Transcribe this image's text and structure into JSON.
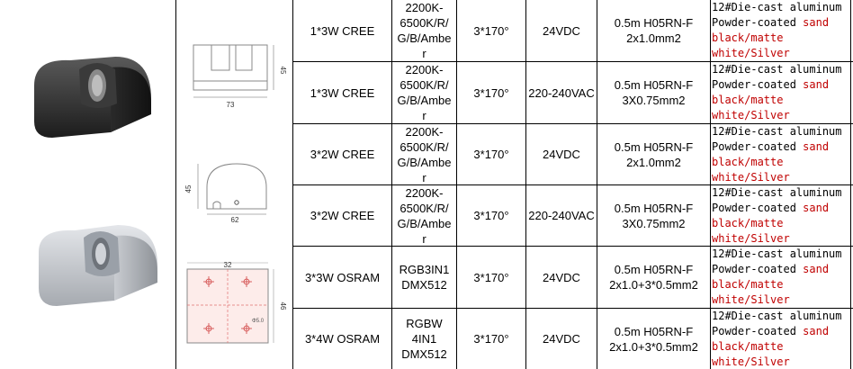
{
  "rows": [
    {
      "power": "1*3W  CREE",
      "color": "2200K-\n6500K/R/\nG/B/Ambe\nr",
      "angle": "3*170°",
      "voltage": "24VDC",
      "cable": "0.5m H05RN-F\n2x1.0mm2",
      "mat1": "12#Die-cast aluminum",
      "mat2a": "Powder-coated ",
      "mat2b": "sand",
      "mat3": "black/matte",
      "mat4": "white/Silver"
    },
    {
      "power": "1*3W  CREE",
      "color": "2200K-\n6500K/R/\nG/B/Ambe\nr",
      "angle": "3*170°",
      "voltage": "220-240VAC",
      "cable": "0.5m H05RN-F\n3X0.75mm2",
      "mat1": "12#Die-cast aluminum",
      "mat2a": "Powder-coated ",
      "mat2b": "sand",
      "mat3": "black/matte",
      "mat4": "white/Silver"
    },
    {
      "power": "3*2W CREE",
      "color": "2200K-\n6500K/R/\nG/B/Ambe\nr",
      "angle": "3*170°",
      "voltage": "24VDC",
      "cable": "0.5m H05RN-F\n2x1.0mm2",
      "mat1": "12#Die-cast aluminum",
      "mat2a": "Powder-coated ",
      "mat2b": "sand",
      "mat3": "black/matte",
      "mat4": "white/Silver"
    },
    {
      "power": "3*2W CREE",
      "color": "2200K-\n6500K/R/\nG/B/Ambe\nr",
      "angle": "3*170°",
      "voltage": "220-240VAC",
      "cable": "0.5m H05RN-F\n3X0.75mm2",
      "mat1": "12#Die-cast aluminum",
      "mat2a": "Powder-coated ",
      "mat2b": "sand",
      "mat3": "black/matte",
      "mat4": "white/Silver"
    },
    {
      "power": "3*3W OSRAM",
      "color": "RGB3IN1\nDMX512",
      "angle": "3*170°",
      "voltage": "24VDC",
      "cable": "0.5m H05RN-F\n2x1.0+3*0.5mm2",
      "mat1": "12#Die-cast aluminum",
      "mat2a": "Powder-coated ",
      "mat2b": "sand",
      "mat3": "black/matte",
      "mat4": "white/Silver"
    },
    {
      "power": "3*4W OSRAM",
      "color": "RGBW\n4IN1\nDMX512",
      "angle": "3*170°",
      "voltage": "24VDC",
      "cable": "0.5m H05RN-F\n2x1.0+3*0.5mm2",
      "mat1": "12#Die-cast aluminum",
      "mat2a": "Powder-coated ",
      "mat2b": "sand",
      "mat3": "black/matte",
      "mat4": "white/Silver"
    }
  ],
  "drawings": {
    "front_width": "73",
    "front_height": "45",
    "side_height": "45",
    "side_width": "62",
    "back_width": "32",
    "back_height": "46",
    "hole": "Φ5.0"
  },
  "colors": {
    "accent_red": "#c00000"
  }
}
